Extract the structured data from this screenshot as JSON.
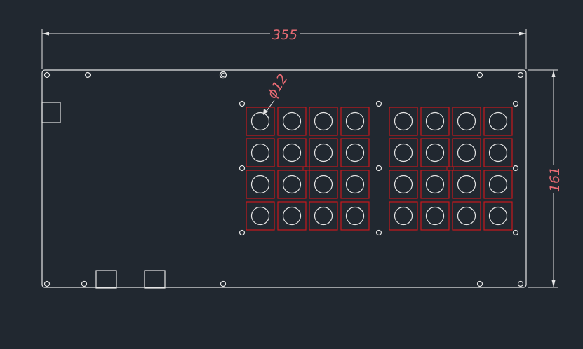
{
  "colors": {
    "background": "#212830",
    "outline": "#e6e6e6",
    "key_square": "#c8181c",
    "dimension": "#e6e6e6",
    "dimension_text": "#e96b74"
  },
  "dimensions": {
    "width_label": "355",
    "height_label": "161",
    "hole_label": "ϕ12"
  },
  "key_grid": {
    "rows": 4,
    "columns_per_block": 4,
    "blocks": 2
  }
}
